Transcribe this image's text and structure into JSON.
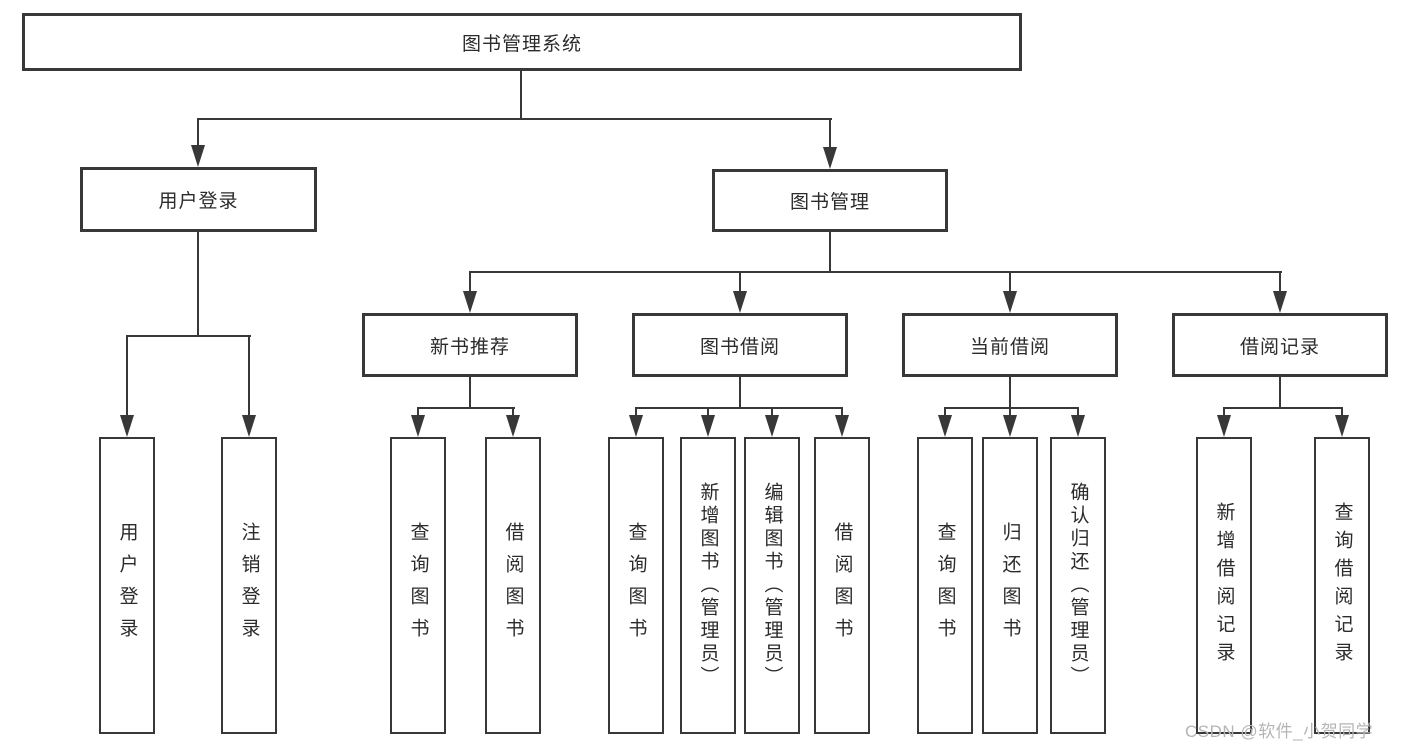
{
  "title": "图书管理系统",
  "watermark": "CSDN @软件_小贺同学",
  "colors": {
    "line": "#383838",
    "text": "#2b2b2b",
    "watermark": "#b5b5b5",
    "background": "#ffffff"
  },
  "tree": {
    "label": "图书管理系统",
    "children": [
      {
        "label": "用户登录",
        "children": [
          {
            "label": "用户登录"
          },
          {
            "label": "注销登录"
          }
        ]
      },
      {
        "label": "图书管理",
        "children": [
          {
            "label": "新书推荐",
            "children": [
              {
                "label": "查询图书"
              },
              {
                "label": "借阅图书"
              }
            ]
          },
          {
            "label": "图书借阅",
            "children": [
              {
                "label": "查询图书"
              },
              {
                "label": "新增图书（管理员）"
              },
              {
                "label": "编辑图书（管理员）"
              },
              {
                "label": "借阅图书"
              }
            ]
          },
          {
            "label": "当前借阅",
            "children": [
              {
                "label": "查询图书"
              },
              {
                "label": "归还图书"
              },
              {
                "label": "确认归还（管理员）"
              }
            ]
          },
          {
            "label": "借阅记录",
            "children": [
              {
                "label": "新增借阅记录"
              },
              {
                "label": "查询借阅记录"
              }
            ]
          }
        ]
      }
    ]
  }
}
